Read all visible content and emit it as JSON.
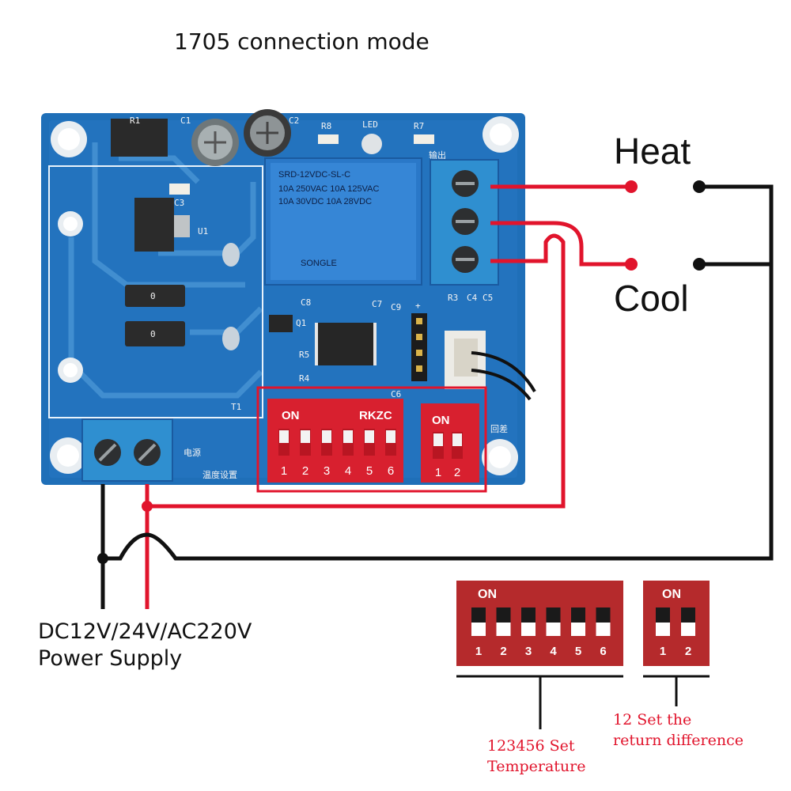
{
  "title": "1705 connection mode",
  "outputs": {
    "heat": "Heat",
    "cool": "Cool"
  },
  "power_supply": {
    "line1": "DC12V/24V/AC220V",
    "line2": "Power Supply"
  },
  "board": {
    "switch_block_6": {
      "on_label": "ON",
      "brand_label": "RKZC",
      "numbers": [
        "1",
        "2",
        "3",
        "4",
        "5",
        "6"
      ]
    },
    "switch_block_2": {
      "on_label": "ON",
      "numbers": [
        "1",
        "2"
      ]
    },
    "relay": {
      "line1": "SRD-12VDC-SL-C",
      "line2": "10A 250VAC  10A 125VAC",
      "line3": "10A 30VDC  10A 28VDC",
      "brand": "SONGLE"
    },
    "labels": {
      "c1": "C1",
      "c2": "C2",
      "c3": "C3",
      "c4": "C4",
      "c5": "C5",
      "c6": "C6",
      "c7": "C7",
      "c8": "C8",
      "c9": "C9",
      "r1": "R1",
      "r3": "R3",
      "r4": "R4",
      "r5": "R5",
      "r7": "R7",
      "r8": "R8",
      "u1": "U1",
      "q1": "Q1",
      "led": "LED",
      "t1": "T1",
      "plus": "+",
      "output_cn": "输出",
      "return_diff_cn": "回差",
      "power_cn": "电源",
      "temp_set_cn": "温度设置"
    }
  },
  "legend": {
    "switch_6": {
      "on_label": "ON",
      "numbers": [
        "1",
        "2",
        "3",
        "4",
        "5",
        "6"
      ]
    },
    "switch_2": {
      "on_label": "ON",
      "numbers": [
        "1",
        "2"
      ]
    },
    "annotation_temp": {
      "line1": "123456 Set",
      "line2": "Temperature"
    },
    "annotation_return": {
      "line1": "12 Set the",
      "line2": "return difference"
    }
  },
  "colors": {
    "wire_red": "#e1142c",
    "wire_black": "#111111",
    "pcb_blue": "#1f6fb8",
    "switch_red": "#d8202f",
    "legend_red": "#b52a2c",
    "terminal_blue": "#2f8fd0",
    "relay_blue": "#2a78c8"
  }
}
